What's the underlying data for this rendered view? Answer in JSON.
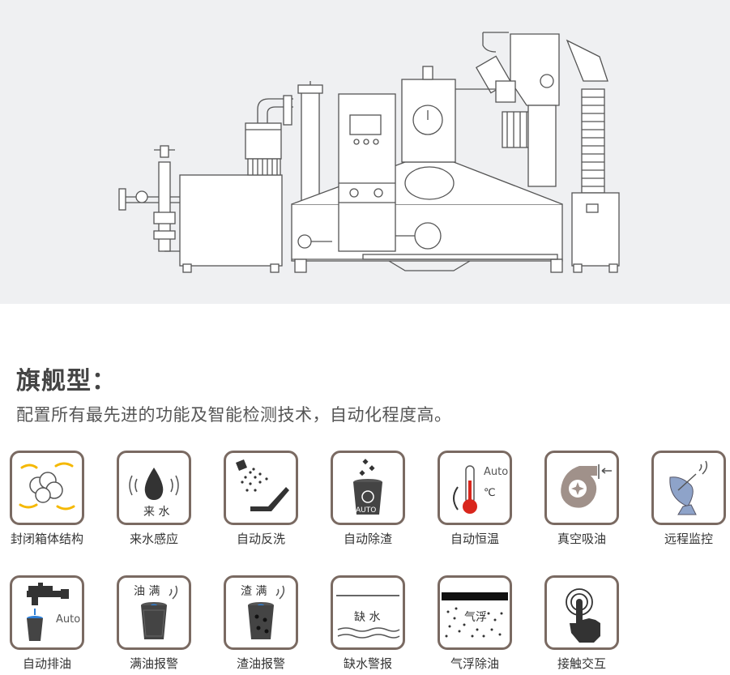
{
  "heading": {
    "title": "旗舰型：",
    "subtitle": "配置所有最先进的功能及智能检测技术，自动化程度高。"
  },
  "features": [
    {
      "label": "封闭箱体结构",
      "icon": "sealed-box-icon"
    },
    {
      "label": "来水感应",
      "icon": "water-sensor-icon",
      "icon_text": "来 水"
    },
    {
      "label": "自动反洗",
      "icon": "backwash-shower-icon"
    },
    {
      "label": "自动除渣",
      "icon": "trash-bin-icon",
      "icon_text": "AUTO"
    },
    {
      "label": "自动恒温",
      "icon": "thermometer-icon",
      "icon_text": "Auto",
      "icon_text2": "℃"
    },
    {
      "label": "真空吸油",
      "icon": "vacuum-pump-icon"
    },
    {
      "label": "远程监控",
      "icon": "satellite-dish-icon"
    },
    {
      "label": "自动排油",
      "icon": "faucet-icon",
      "icon_text": "Auto"
    },
    {
      "label": "满油报警",
      "icon": "oil-full-bucket-icon",
      "icon_text": "油 满"
    },
    {
      "label": "渣油报警",
      "icon": "residue-bucket-icon",
      "icon_text": "渣 满"
    },
    {
      "label": "缺水警报",
      "icon": "water-shortage-icon",
      "icon_text": "缺 水"
    },
    {
      "label": "气浮除油",
      "icon": "air-flotation-icon",
      "icon_text": "气浮"
    },
    {
      "label": "接触交互",
      "icon": "touch-hand-icon"
    }
  ],
  "colors": {
    "panel_bg": "#eff0f2",
    "icon_border": "#7a6a62",
    "accent_yellow": "#f5b800",
    "accent_red": "#d9261c",
    "accent_blue": "#2e7fd6"
  }
}
